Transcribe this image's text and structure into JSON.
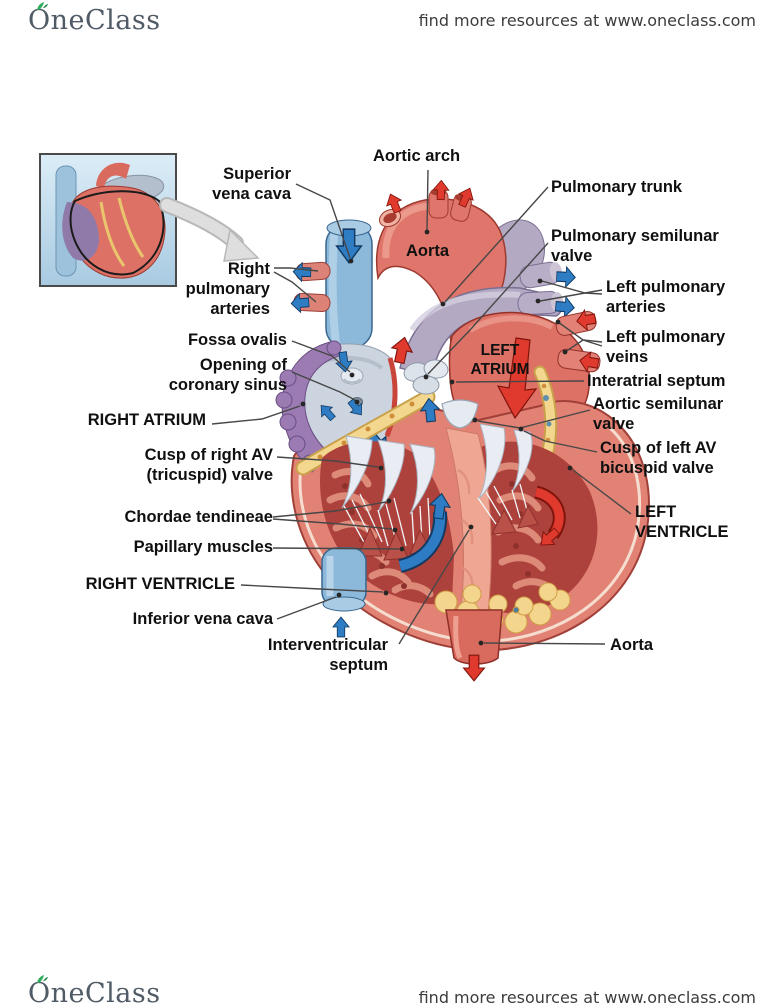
{
  "header": {
    "brand": "OneClass",
    "tagline": "find more resources at www.oneclass.com"
  },
  "footer": {
    "brand": "OneClass",
    "tagline": "find more resources at www.oneclass.com"
  },
  "figure": {
    "labels": [
      {
        "id": "aortic-arch",
        "text": "Aortic arch"
      },
      {
        "id": "superior-vena-cava",
        "text": "Superior\nvena cava"
      },
      {
        "id": "pulmonary-trunk",
        "text": "Pulmonary trunk"
      },
      {
        "id": "aorta-top",
        "text": "Aorta"
      },
      {
        "id": "pulmonary-semilunar-valve",
        "text": "Pulmonary semilunar\nvalve"
      },
      {
        "id": "right-pulmonary-arteries",
        "text": "Right\npulmonary\narteries"
      },
      {
        "id": "left-pulmonary-arteries",
        "text": "Left pulmonary\narteries"
      },
      {
        "id": "left-pulmonary-veins",
        "text": "Left pulmonary\nveins"
      },
      {
        "id": "fossa-ovalis",
        "text": "Fossa ovalis"
      },
      {
        "id": "opening-of-coronary-sinus",
        "text": "Opening of\ncoronary sinus"
      },
      {
        "id": "left-atrium",
        "text": "LEFT\nATRIUM"
      },
      {
        "id": "interatrial-septum",
        "text": "Interatrial septum"
      },
      {
        "id": "right-atrium",
        "text": "RIGHT ATRIUM"
      },
      {
        "id": "aortic-semilunar-valve",
        "text": "Aortic semilunar\nvalve"
      },
      {
        "id": "cusp-of-right-av-valve",
        "text": "Cusp of right AV\n(tricuspid) valve"
      },
      {
        "id": "cusp-of-left-av-valve",
        "text": "Cusp of left AV\nbicuspid valve"
      },
      {
        "id": "chordae-tendineae",
        "text": "Chordae tendineae"
      },
      {
        "id": "papillary-muscles",
        "text": "Papillary muscles"
      },
      {
        "id": "left-ventricle",
        "text": "LEFT\nVENTRICLE"
      },
      {
        "id": "right-ventricle",
        "text": "RIGHT VENTRICLE"
      },
      {
        "id": "inferior-vena-cava",
        "text": "Inferior vena cava"
      },
      {
        "id": "interventricular-septum",
        "text": "Interventricular\nseptum"
      },
      {
        "id": "aorta-bottom",
        "text": "Aorta"
      }
    ],
    "palette": {
      "arterial_red": "#e0766b",
      "venous_blue": "#8cb9da",
      "pulmonary_trunk_gray": "#b4a9c3",
      "atrium_wall_purple": "#9b7bb1",
      "fat_yellow": "#f4d78f",
      "flow_arrow_blue": "#2e7cc3",
      "flow_arrow_red": "#e03a2e",
      "label_text": "#101010",
      "brand_gray": "#505b66",
      "brand_leaf_green": "#2fae5f"
    }
  }
}
